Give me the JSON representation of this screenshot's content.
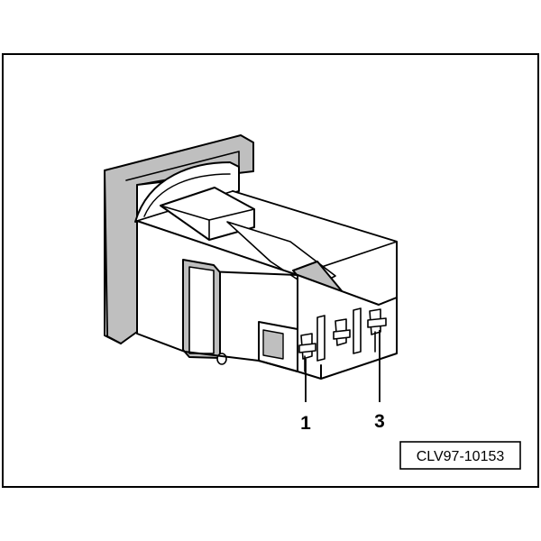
{
  "figure": {
    "callouts": [
      {
        "label": "1"
      },
      {
        "label": "3"
      }
    ],
    "reference_code": "CLV97-10153"
  },
  "colors": {
    "stroke": "#000000",
    "background": "#ffffff",
    "shade": "#bfbfbf"
  }
}
